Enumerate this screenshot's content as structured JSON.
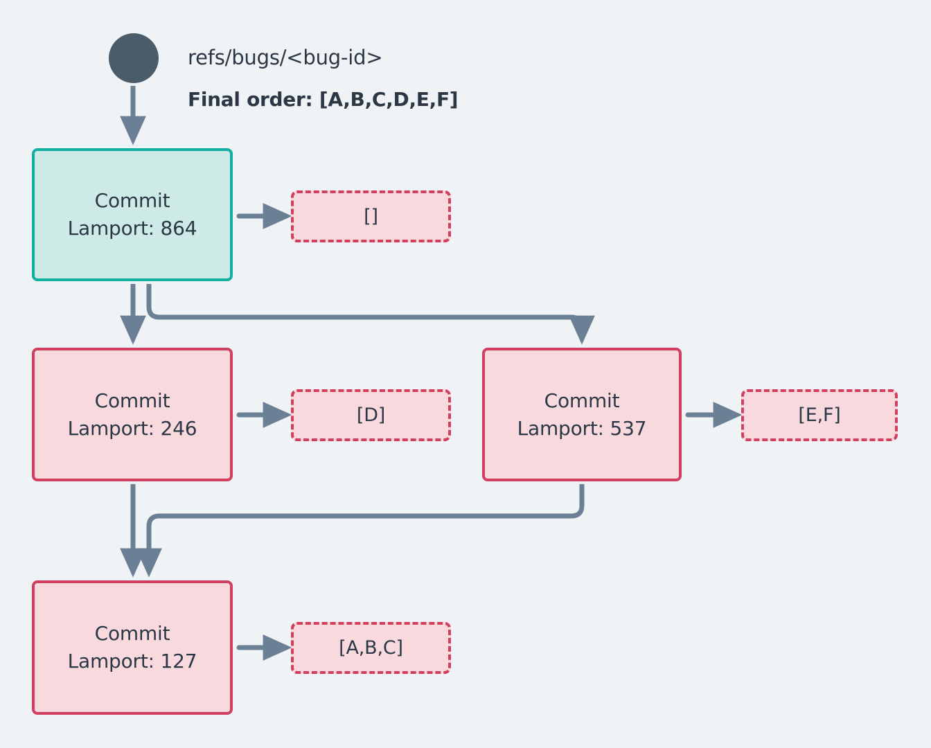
{
  "diagram": {
    "title_ref": "refs/bugs/<bug-id>",
    "final_order_label": "Final order: [A,B,C,D,E,F]",
    "background_color": "#eff3f6",
    "text_color": "#2b3744",
    "edge_color": "#6b8095",
    "root_marker_color": "#4a5b69",
    "nodes": [
      {
        "id": "node-864",
        "title": "Commit",
        "lamport_label": "Lamport: 864",
        "lamport": 864,
        "style": "teal",
        "border_color": "#0fb0a0",
        "fill_color": "#cdeae6",
        "payload": "[]"
      },
      {
        "id": "node-246",
        "title": "Commit",
        "lamport_label": "Lamport: 246",
        "lamport": 246,
        "style": "pink",
        "border_color": "#d23f5e",
        "fill_color": "#f7d9de",
        "payload": "[D]"
      },
      {
        "id": "node-537",
        "title": "Commit",
        "lamport_label": "Lamport: 537",
        "lamport": 537,
        "style": "pink",
        "border_color": "#d23f5e",
        "fill_color": "#f7d9de",
        "payload": "[E,F]"
      },
      {
        "id": "node-127",
        "title": "Commit",
        "lamport_label": "Lamport: 127",
        "lamport": 127,
        "style": "pink",
        "border_color": "#d23f5e",
        "fill_color": "#f7d9de",
        "payload": "[A,B,C]"
      }
    ],
    "edges": [
      {
        "from": "root",
        "to": "node-864"
      },
      {
        "from": "node-864",
        "to": "node-246"
      },
      {
        "from": "node-864",
        "to": "node-537"
      },
      {
        "from": "node-246",
        "to": "node-127"
      },
      {
        "from": "node-537",
        "to": "node-127"
      },
      {
        "from": "node-864",
        "to": "payload-864"
      },
      {
        "from": "node-246",
        "to": "payload-246"
      },
      {
        "from": "node-537",
        "to": "payload-537"
      },
      {
        "from": "node-127",
        "to": "payload-127"
      }
    ]
  }
}
